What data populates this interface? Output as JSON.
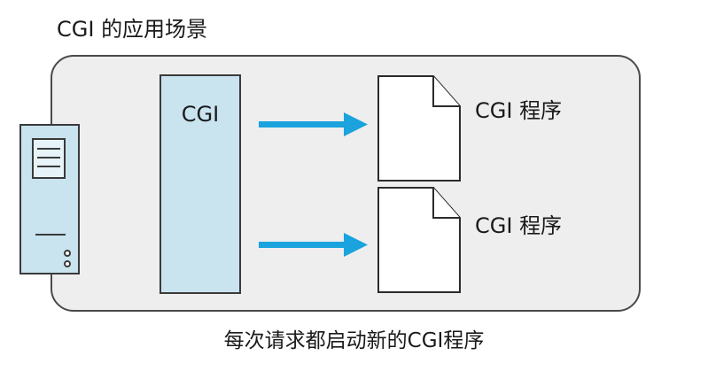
{
  "diagram": {
    "title": "CGI 的应用场景",
    "cgi_label": "CGI",
    "programs": [
      {
        "label": "CGI 程序"
      },
      {
        "label": "CGI 程序"
      }
    ],
    "caption": "每次请求都启动新的CGI程序"
  },
  "colors": {
    "container_fill": "#eeeeee",
    "container_border": "#4a4a4a",
    "cgi_fill": "#c9e3ef",
    "server_fill": "#c9e3ef",
    "arrow": "#1aa3dd",
    "document_fill": "#ffffff"
  },
  "icons": {
    "server": "server-tower-icon",
    "arrow": "arrow-right-icon",
    "document": "document-page-icon"
  }
}
